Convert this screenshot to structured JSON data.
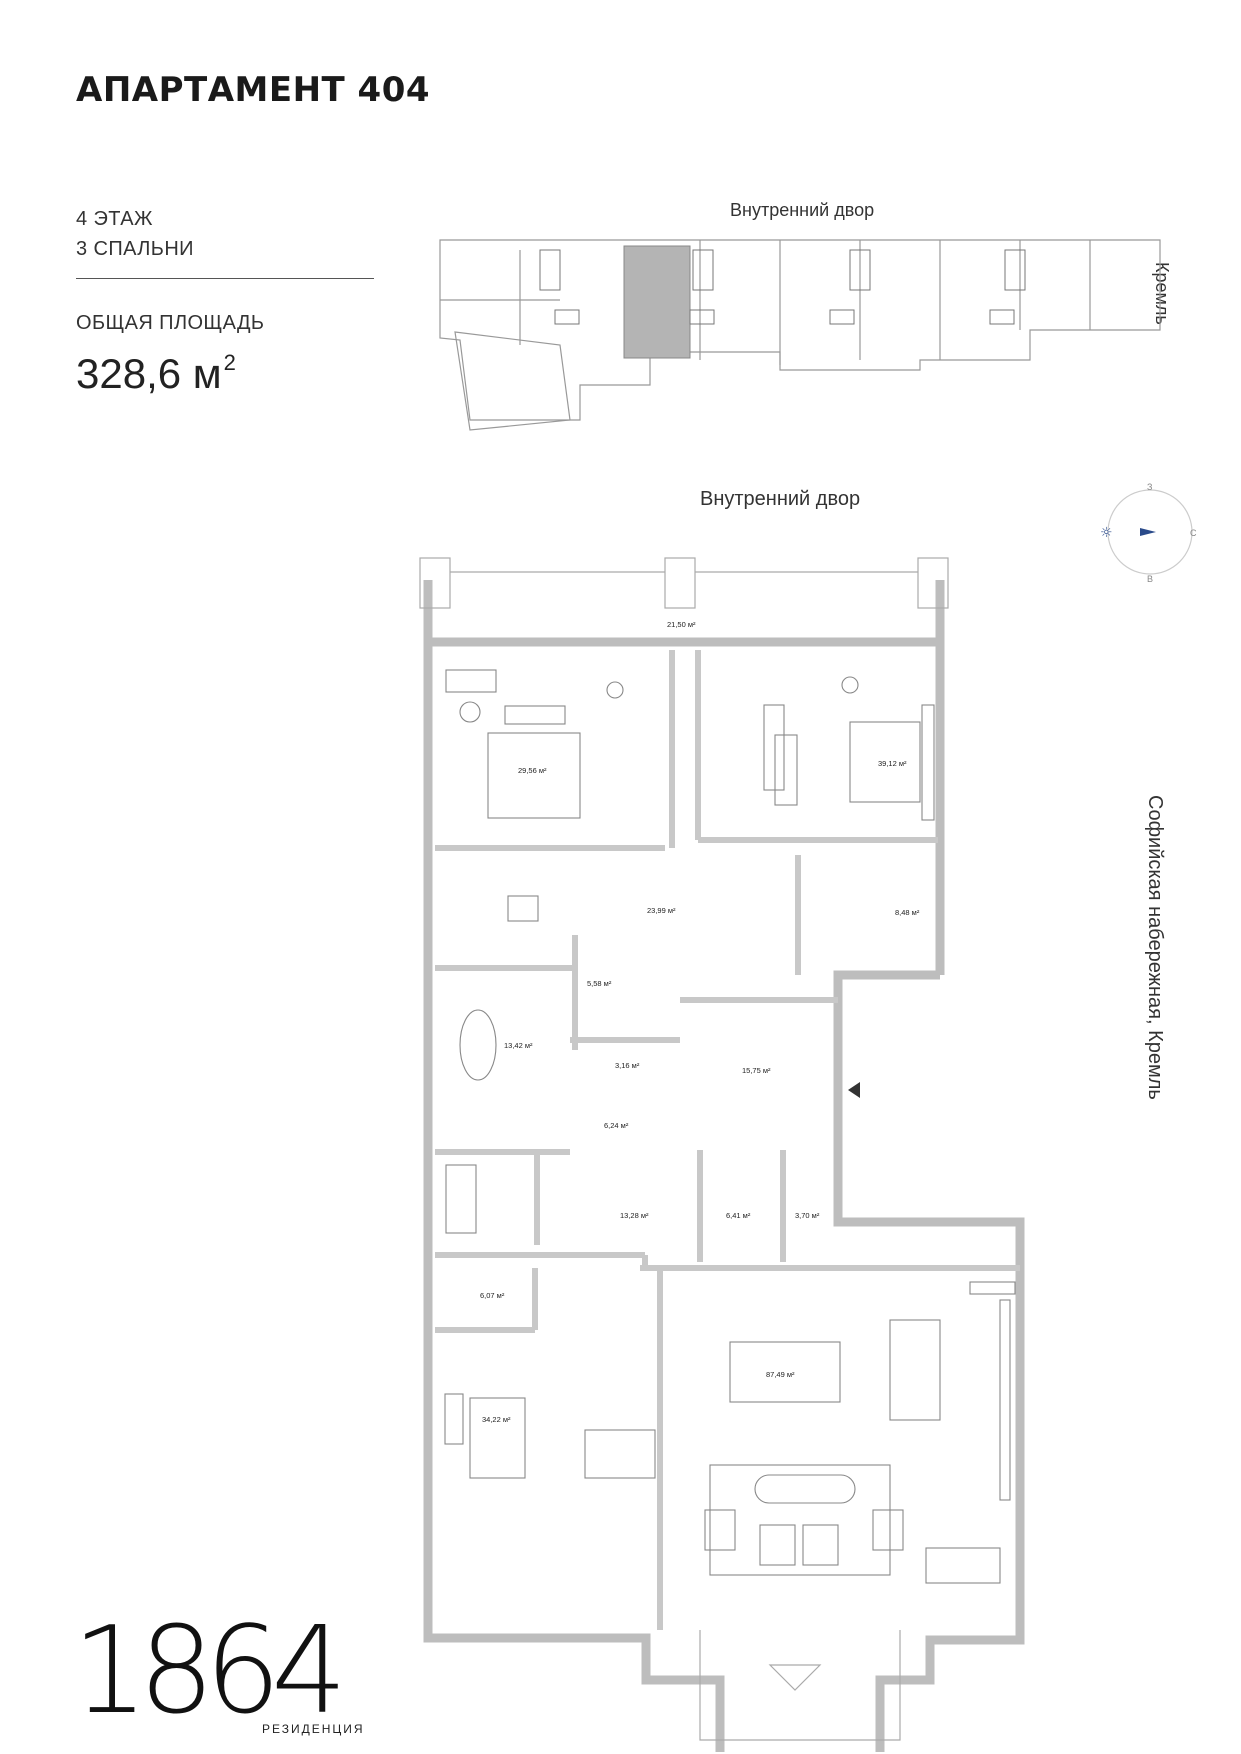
{
  "header": {
    "title": "АПАРТАМЕНТ 404"
  },
  "info": {
    "floor": "4 ЭТАЖ",
    "bedrooms": "3 СПАЛЬНИ",
    "area_label": "ОБЩАЯ ПЛОЩАДЬ",
    "area_value": "328,6 м",
    "area_unit_sup": "2"
  },
  "key_plan": {
    "courtyard_label": "Внутренний двор",
    "side_label": "Кремль"
  },
  "floor_plan": {
    "courtyard_label": "Внутренний двор",
    "embankment_label": "Софийская набережная, Кремль",
    "compass": {
      "top": "З",
      "right": "С",
      "bottom": "В"
    },
    "rooms": [
      {
        "label": "21,50 м²"
      },
      {
        "label": "29,56 м²"
      },
      {
        "label": "39,12 м²"
      },
      {
        "label": "23,99 м²"
      },
      {
        "label": "8,48 м²"
      },
      {
        "label": "5,58 м²"
      },
      {
        "label": "13,42 м²"
      },
      {
        "label": "3,16 м²"
      },
      {
        "label": "15,75 м²"
      },
      {
        "label": "6,24 м²"
      },
      {
        "label": "13,28 м²"
      },
      {
        "label": "6,41 м²"
      },
      {
        "label": "3,70 м²"
      },
      {
        "label": "6,07 м²"
      },
      {
        "label": "87,49 м²"
      },
      {
        "label": "34,22 м²"
      }
    ]
  },
  "brand": {
    "year": "1864",
    "subtitle": "РЕЗИДЕНЦИЯ"
  },
  "colors": {
    "highlight": "#b4b4b4",
    "wall": "#c8c8c8",
    "accent": "#2a4a8a"
  }
}
